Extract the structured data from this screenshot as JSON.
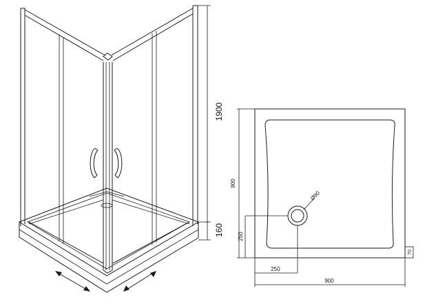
{
  "enclosure": {
    "height_label": "1900",
    "tray_height_label": "160"
  },
  "tray_plan": {
    "width_label": "900",
    "depth_label": "900",
    "drain_label": "Ø90",
    "drain_offset_y_label": "250",
    "drain_offset_x_label": "250",
    "tray_height_label": "70"
  },
  "colors": {
    "line": "#1a1a1a",
    "background": "#ffffff"
  }
}
